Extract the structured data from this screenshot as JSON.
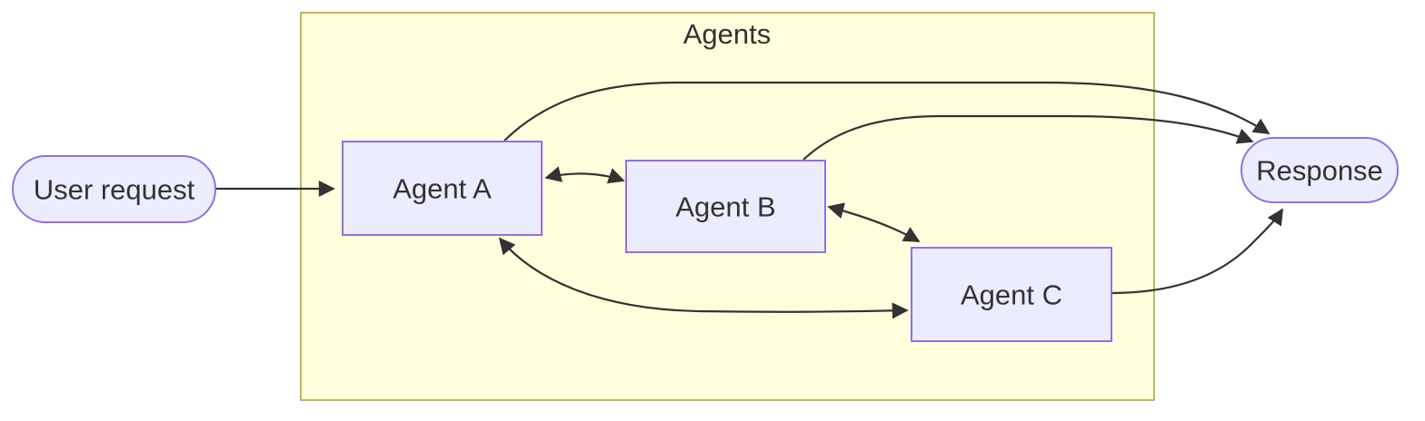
{
  "diagram": {
    "type": "flowchart",
    "direction": "left-to-right",
    "cluster": {
      "title": "Agents"
    },
    "nodes": [
      {
        "id": "user_request",
        "label": "User request",
        "shape": "stadium",
        "inside_cluster": false
      },
      {
        "id": "agent_a",
        "label": "Agent A",
        "shape": "rectangle",
        "inside_cluster": true
      },
      {
        "id": "agent_b",
        "label": "Agent B",
        "shape": "rectangle",
        "inside_cluster": true
      },
      {
        "id": "agent_c",
        "label": "Agent C",
        "shape": "rectangle",
        "inside_cluster": true
      },
      {
        "id": "response",
        "label": "Response",
        "shape": "stadium",
        "inside_cluster": false
      }
    ],
    "edges": [
      {
        "from": "User request",
        "to": "Agent A",
        "arrow": "single"
      },
      {
        "from": "Agent A",
        "to": "Agent B",
        "arrow": "double"
      },
      {
        "from": "Agent B",
        "to": "Agent C",
        "arrow": "double"
      },
      {
        "from": "Agent A",
        "to": "Agent C",
        "arrow": "double"
      },
      {
        "from": "Agent A",
        "to": "Response",
        "arrow": "single"
      },
      {
        "from": "Agent B",
        "to": "Response",
        "arrow": "single"
      },
      {
        "from": "Agent C",
        "to": "Response",
        "arrow": "single"
      }
    ],
    "colors": {
      "node_fill": "#ECECFF",
      "node_border": "#9370DB",
      "cluster_fill": "#FFFFDE",
      "cluster_border": "#AAAA33",
      "edge": "#333333",
      "text": "#333333",
      "background": "#FFFFFF"
    }
  }
}
